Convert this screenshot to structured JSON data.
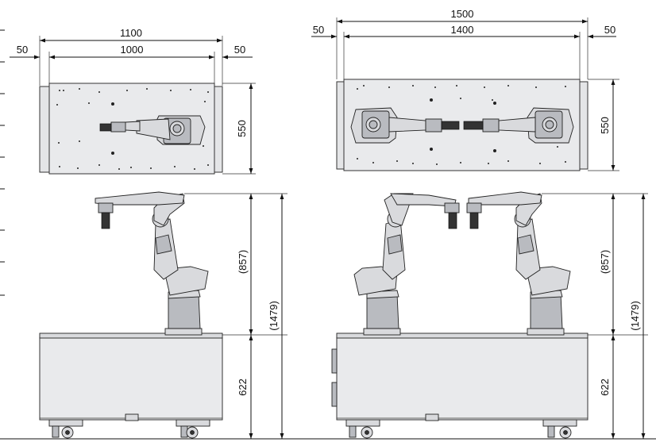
{
  "single_top": {
    "overall": "1100",
    "inner": "1000",
    "left_margin": "50",
    "right_margin": "50",
    "depth": "550"
  },
  "single_side": {
    "arm_height": "(857)",
    "total_height": "(1479)",
    "cart_height": "622"
  },
  "dual_top": {
    "overall": "1500",
    "inner": "1400",
    "left_margin": "50",
    "right_margin": "50",
    "depth": "550"
  },
  "dual_side": {
    "arm_height": "(857)",
    "total_height": "(1479)",
    "cart_height": "622"
  }
}
